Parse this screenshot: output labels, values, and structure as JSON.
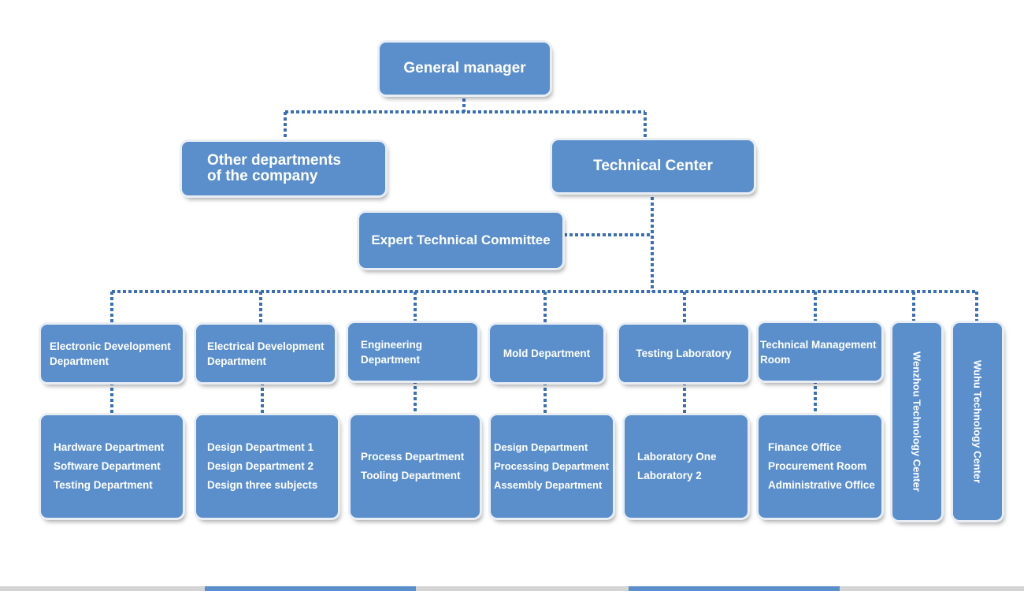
{
  "org_chart": {
    "top": "General manager",
    "level2": {
      "other": "Other departments of the company",
      "tech_center": "Technical Center"
    },
    "committee": "Expert Technical Committee",
    "departments": [
      {
        "name": "Electronic Development Department",
        "subs": [
          "Hardware Department",
          "Software Department",
          "Testing Department"
        ]
      },
      {
        "name": "Electrical Development Department",
        "subs": [
          "Design Department 1",
          "Design Department 2",
          "Design three subjects"
        ]
      },
      {
        "name": "Engineering Department",
        "subs": [
          "Process Department",
          "Tooling Department"
        ]
      },
      {
        "name": "Mold Department",
        "subs": [
          "Design Department",
          "Processing Department",
          "Assembly Department"
        ]
      },
      {
        "name": "Testing Laboratory",
        "subs": [
          "Laboratory One",
          "Laboratory 2"
        ]
      },
      {
        "name": "Technical Management Room",
        "subs": [
          "Finance Office",
          "Procurement Room",
          "Administrative Office"
        ]
      }
    ],
    "centers": [
      "Wenzhou Technology Center",
      "Wuhu Technology Center"
    ]
  },
  "colors": {
    "box": "#5b8fcc",
    "connector": "#3a6fb8",
    "text": "#ffffff"
  }
}
